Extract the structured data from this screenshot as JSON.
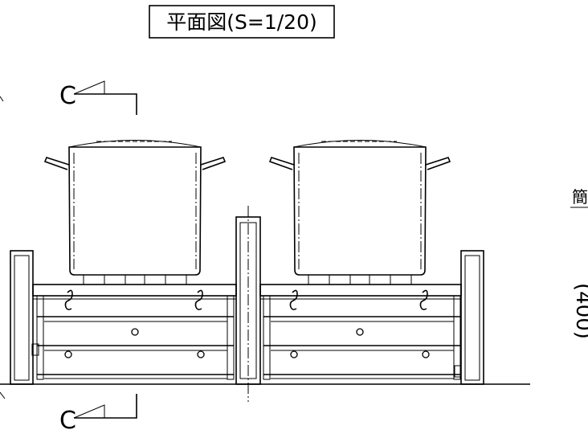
{
  "title": {
    "label": "平面図(S=1/20)"
  },
  "section_marks": {
    "top": "C",
    "bottom": "C"
  },
  "right_side": {
    "dimension": "(400)",
    "partial_label": "簡"
  },
  "theme": {
    "line_color": "#000000",
    "background": "#ffffff"
  }
}
